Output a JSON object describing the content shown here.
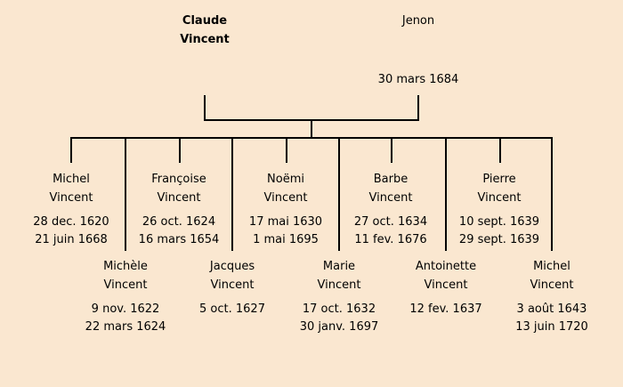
{
  "colors": {
    "background": "#FAE7D0",
    "line": "#000000",
    "text": "#000000"
  },
  "parents": {
    "father": {
      "first_name": "Claude",
      "last_name": "Vincent"
    },
    "mother": {
      "name": "Jenon"
    },
    "marriage_date": "30 mars 1684"
  },
  "children_row1": [
    {
      "first_name": "Michel",
      "last_name": "Vincent",
      "date1": "28 dec. 1620",
      "date2": "21 juin 1668"
    },
    {
      "first_name": "Françoise",
      "last_name": "Vincent",
      "date1": "26 oct. 1624",
      "date2": "16 mars 1654"
    },
    {
      "first_name": "Noëmi",
      "last_name": "Vincent",
      "date1": "17 mai 1630",
      "date2": "1 mai 1695"
    },
    {
      "first_name": "Barbe",
      "last_name": "Vincent",
      "date1": "27 oct. 1634",
      "date2": "11 fev. 1676"
    },
    {
      "first_name": "Pierre",
      "last_name": "Vincent",
      "date1": "10 sept. 1639",
      "date2": "29 sept. 1639"
    }
  ],
  "children_row2": [
    {
      "first_name": "Michèle",
      "last_name": "Vincent",
      "date1": "9 nov. 1622",
      "date2": "22 mars 1624"
    },
    {
      "first_name": "Jacques",
      "last_name": "Vincent",
      "date1": "5 oct. 1627",
      "date2": ""
    },
    {
      "first_name": "Marie",
      "last_name": "Vincent",
      "date1": "17 oct. 1632",
      "date2": "30 janv. 1697"
    },
    {
      "first_name": "Antoinette",
      "last_name": "Vincent",
      "date1": "12 fev. 1637",
      "date2": ""
    },
    {
      "first_name": "Michel",
      "last_name": "Vincent",
      "date1": "3 août 1643",
      "date2": "13 juin 1720"
    }
  ]
}
